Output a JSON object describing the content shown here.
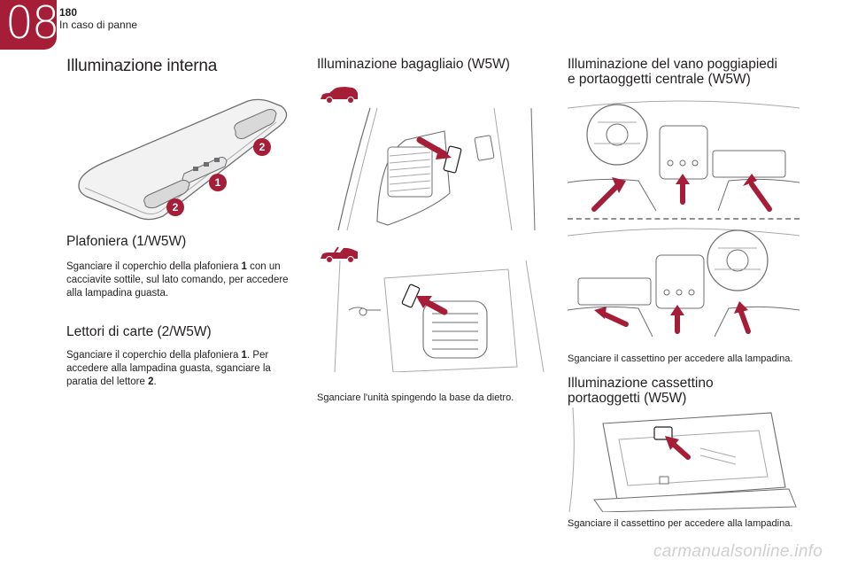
{
  "header": {
    "chapter_number": "08",
    "page_number": "180",
    "section_title": "In caso di panne"
  },
  "colors": {
    "brand": "#a61d37",
    "badge": "#a61d37"
  },
  "column1": {
    "title": "Illuminazione interna",
    "callouts": [
      "2",
      "1",
      "2"
    ],
    "plafoniera": {
      "title": "Plafoniera (1/W5W)",
      "text_before": "Sganciare il coperchio della plafoniera ",
      "ref": "1",
      "text_after": " con un cacciavite sottile, sul lato comando, per accedere alla lampadina guasta."
    },
    "lettori": {
      "title": "Lettori di carte (2/W5W)",
      "text_part1": "Sganciare il coperchio della plafoniera ",
      "ref1": "1",
      "text_part2": ". Per accedere alla lampadina guasta, sganciare la paratia del lettore ",
      "ref2": "2",
      "text_part3": "."
    }
  },
  "column2": {
    "title": "Illuminazione bagagliaio (W5W)",
    "icons": [
      "hatchback-car-icon",
      "cabrio-car-icon"
    ],
    "caption": "Sganciare l'unità spingendo la base da dietro."
  },
  "column3": {
    "footwell": {
      "title_line1": "Illuminazione del vano poggiapiedi",
      "title_line2": "e portaoggetti centrale (W5W)",
      "caption": "Sganciare il cassettino per accedere alla lampadina."
    },
    "glovebox": {
      "title_line1": "Illuminazione cassettino",
      "title_line2": "portaoggetti (W5W)",
      "caption": "Sganciare il cassettino per accedere alla lampadina."
    }
  },
  "watermark": "carmanualsonline.info"
}
